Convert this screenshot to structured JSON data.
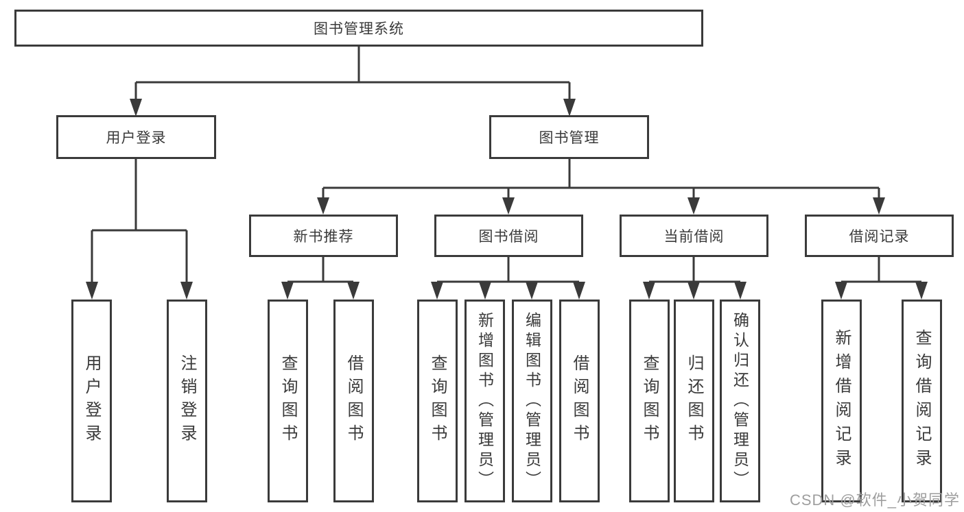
{
  "diagram": {
    "root": "图书管理系统",
    "user_login": {
      "label": "用户登录",
      "children": [
        "用户登录",
        "注销登录"
      ]
    },
    "book_mgmt": {
      "label": "图书管理",
      "new_book": {
        "label": "新书推荐",
        "children": [
          "查询图书",
          "借阅图书"
        ]
      },
      "borrow": {
        "label": "图书借阅",
        "children": [
          "查询图书",
          "新增图书（管理员）",
          "编辑图书（管理员）",
          "借阅图书"
        ]
      },
      "current": {
        "label": "当前借阅",
        "children": [
          "查询图书",
          "归还图书",
          "确认归还（管理员）"
        ]
      },
      "records": {
        "label": "借阅记录",
        "children": [
          "新增借阅记录",
          "查询借阅记录"
        ]
      }
    }
  },
  "watermark": "CSDN @软件_小贺同学",
  "colors": {
    "line": "#3a3a3a",
    "text": "#3a3a3a",
    "background": "#ffffff",
    "watermark": "#9e9e9e"
  }
}
